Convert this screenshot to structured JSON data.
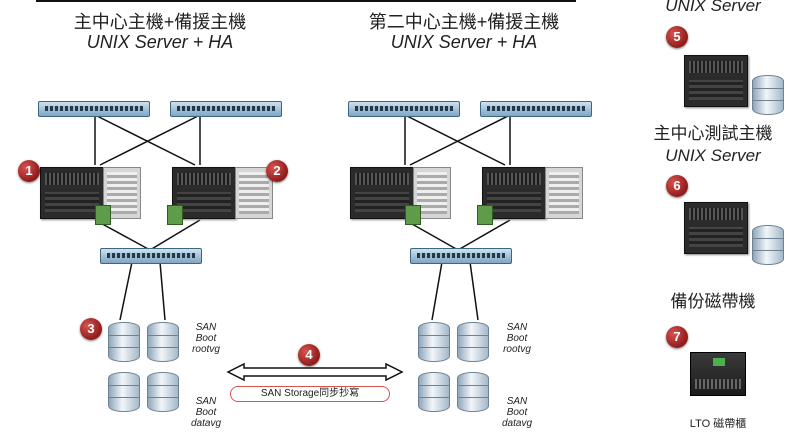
{
  "site_primary": {
    "title": "主中心主機+備援主機",
    "subtitle": "UNIX Server + HA"
  },
  "site_secondary": {
    "title": "第二中心主機+備援主機",
    "subtitle": "UNIX Server + HA"
  },
  "badges": {
    "b1": "1",
    "b2": "2",
    "b3": "3",
    "b4": "4",
    "b5": "5",
    "b6": "6",
    "b7": "7"
  },
  "storage": {
    "rootvg_label": [
      "SAN",
      "Boot",
      "rootvg"
    ],
    "datavg_label": [
      "SAN",
      "Boot",
      "datavg"
    ],
    "sync_label": "SAN Storage同步抄寫"
  },
  "right_panel": {
    "top_cut_text": "UNIX Server",
    "test_host_title": "主中心測試主機",
    "test_host_subtitle": "UNIX Server",
    "backup_title": "備份磁帶機",
    "tape_caption": "LTO 磁帶櫃"
  },
  "colors": {
    "badge": "#b52a2a",
    "pill_border": "#d9534f",
    "switch": "#7fa6c4"
  }
}
